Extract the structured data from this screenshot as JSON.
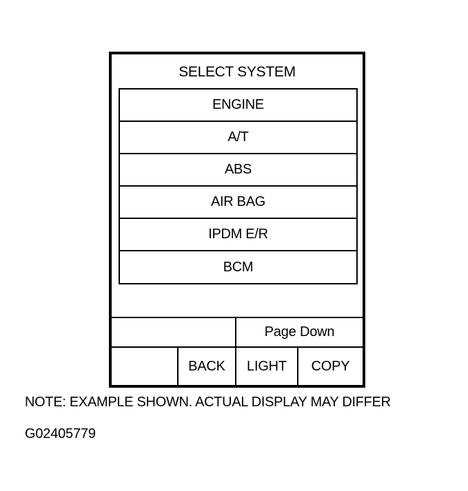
{
  "screen": {
    "title": "SELECT SYSTEM",
    "systems": [
      {
        "label": "ENGINE"
      },
      {
        "label": "A/T"
      },
      {
        "label": "ABS"
      },
      {
        "label": "AIR BAG"
      },
      {
        "label": "IPDM E/R"
      },
      {
        "label": "BCM"
      }
    ],
    "page_down_label": "Page Down",
    "buttons": {
      "back": "BACK",
      "light": "LIGHT",
      "copy": "COPY"
    }
  },
  "caption": {
    "note": "NOTE: EXAMPLE SHOWN. ACTUAL DISPLAY MAY DIFFER",
    "figure_id": "G02405779"
  }
}
